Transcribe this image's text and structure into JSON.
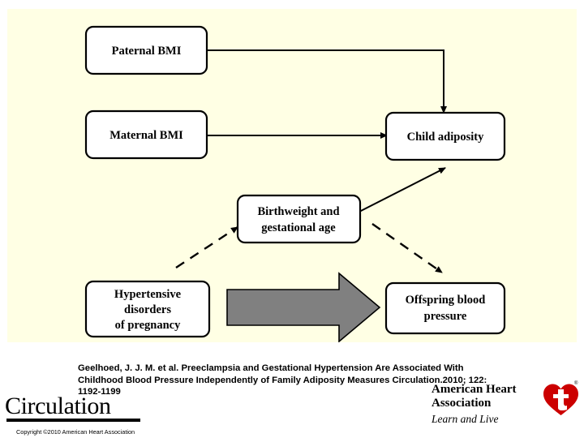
{
  "diagram": {
    "background_color": "#ffffe4",
    "nodes": [
      {
        "id": "paternal-bmi",
        "lines": [
          "Paternal BMI"
        ]
      },
      {
        "id": "maternal-bmi",
        "lines": [
          "Maternal BMI"
        ]
      },
      {
        "id": "child-adiposity",
        "lines": [
          "Child adiposity"
        ]
      },
      {
        "id": "birthweight-gestational-age",
        "lines": [
          "Birthweight and",
          "gestational age"
        ]
      },
      {
        "id": "hypertensive-disorders",
        "lines": [
          "Hypertensive",
          "disorders",
          "of pregnancy"
        ]
      },
      {
        "id": "offspring-blood-pressure",
        "lines": [
          "Offspring blood",
          "pressure"
        ]
      }
    ],
    "edges": [
      {
        "from": "paternal-bmi",
        "to": "child-adiposity",
        "style": "solid"
      },
      {
        "from": "maternal-bmi",
        "to": "child-adiposity",
        "style": "solid"
      },
      {
        "from": "child-adiposity",
        "to": "offspring-blood-pressure",
        "style": "dashed"
      },
      {
        "from": "hypertensive-disorders",
        "to": "birthweight-gestational-age",
        "style": "dashed"
      },
      {
        "from": "birthweight-gestational-age",
        "to": "child-adiposity",
        "style": "solid"
      }
    ],
    "big_arrow": {
      "id": "grey-block-arrow",
      "direction": "right",
      "color": "#808080"
    }
  },
  "caption": {
    "text": "Geelhoed, J. J. M. et al. Preeclampsia and Gestational Hypertension Are Associated With Childhood Blood Pressure Independently of Family Adiposity Measures Circulation.2010; 122: 1192-1199"
  },
  "journal_logo": {
    "wordmark": "Circulation"
  },
  "association_logo": {
    "line1": "American Heart",
    "line2": "Association",
    "tagline": "Learn and Live",
    "registered_mark": "®",
    "mark_color": "#cc0000"
  },
  "copyright": {
    "text": "Copyright ©2010 American Heart Association"
  }
}
